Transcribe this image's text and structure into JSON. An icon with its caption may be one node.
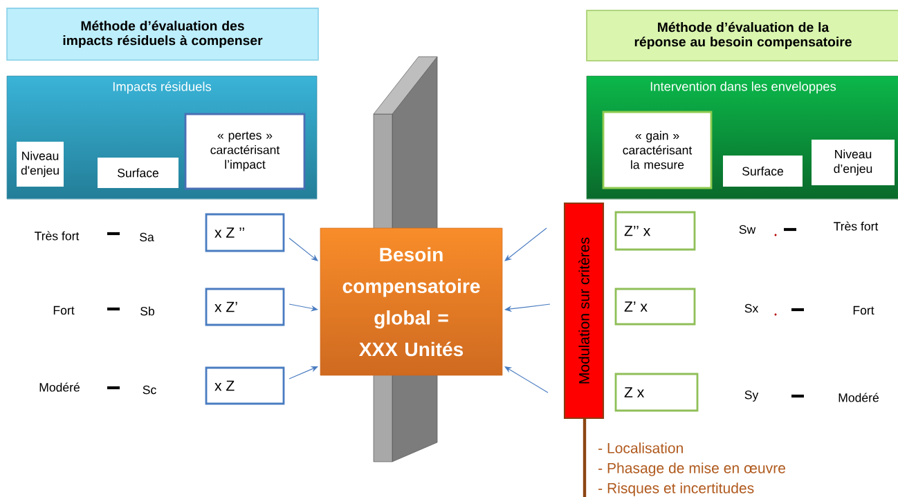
{
  "diagram": {
    "nodes": [
      {
        "text": [
          "Méthode d’évaluation des impacts résiduels à compenser"
        ]
      },
      {
        "text": [
          "Impacts résiduels"
        ]
      },
      {
        "text": [
          "Niveau d'enjeu"
        ],
        "in": 1
      },
      {
        "text": [
          "Surface"
        ],
        "in": 1
      },
      {
        "text": [
          "« pertes » caractérisant l’impact"
        ],
        "in": 1
      },
      {
        "text": [
          "Méthode d’évaluation de la réponse au besoin compensatoire"
        ]
      },
      {
        "text": [
          "Intervention dans les enveloppes"
        ]
      },
      {
        "text": [
          "« gain » caractérisant la mesure"
        ],
        "in": 6
      },
      {
        "text": [
          "Surface"
        ],
        "in": 6
      },
      {
        "text": [
          "Niveau d’enjeu"
        ],
        "in": 6
      },
      {
        "text": [
          "x Z ’’"
        ]
      },
      {
        "text": [
          "x Z’"
        ]
      },
      {
        "text": [
          "x Z"
        ]
      },
      {
        "text": [
          "Besoin compensatoire global = XXX Unités"
        ]
      },
      {
        "text": [
          "Modulation sur critères"
        ]
      },
      {
        "text": [
          "Z’’  x"
        ]
      },
      {
        "text": [
          "Z’ x"
        ]
      },
      {
        "text": [
          "Z x"
        ]
      }
    ],
    "edges": [
      {
        "from": 10,
        "to": 13,
        "arrow": "to"
      },
      {
        "from": 11,
        "to": 13,
        "arrow": "to"
      },
      {
        "from": 12,
        "to": 13,
        "arrow": "to"
      },
      {
        "from": null,
        "to": 13,
        "arrow": "to"
      },
      {
        "from": null,
        "to": 13,
        "arrow": "to"
      },
      {
        "from": null,
        "to": 13,
        "arrow": "to"
      }
    ],
    "labels": [
      "Très fort",
      "Sa",
      "Fort",
      "Sb",
      "Modéré",
      "Sc",
      "Sw",
      "Très fort",
      "Sx",
      "Fort",
      "Sy",
      "Modéré",
      "- Localisation",
      "- Phasage de mise en œuvre",
      "- Risques et incertitudes"
    ]
  }
}
